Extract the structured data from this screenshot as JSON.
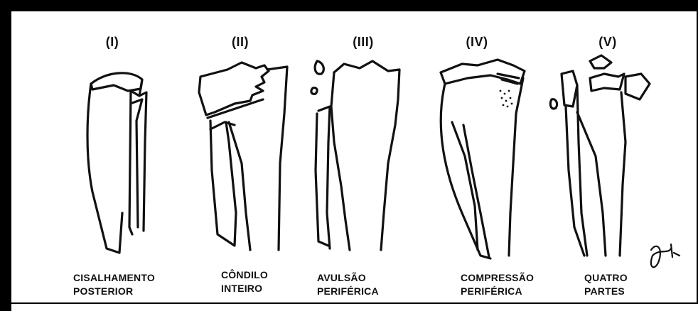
{
  "panels": [
    {
      "numeral": "(I)",
      "caption_line1": "CISALHAMENTO",
      "caption_line2": "POSTERIOR"
    },
    {
      "numeral": "(II)",
      "caption_line1": "CÔNDILO",
      "caption_line2": "INTEIRO"
    },
    {
      "numeral": "(III)",
      "caption_line1": "AVULSÃO",
      "caption_line2": "PERIFÉRICA"
    },
    {
      "numeral": "(IV)",
      "caption_line1": "COMPRESSÃO",
      "caption_line2": "PERIFÉRICA"
    },
    {
      "numeral": "(V)",
      "caption_line1": "QUATRO",
      "caption_line2": "PARTES"
    }
  ],
  "colors": {
    "ink": "#111111",
    "background": "#ffffff",
    "frame": "#000000"
  }
}
